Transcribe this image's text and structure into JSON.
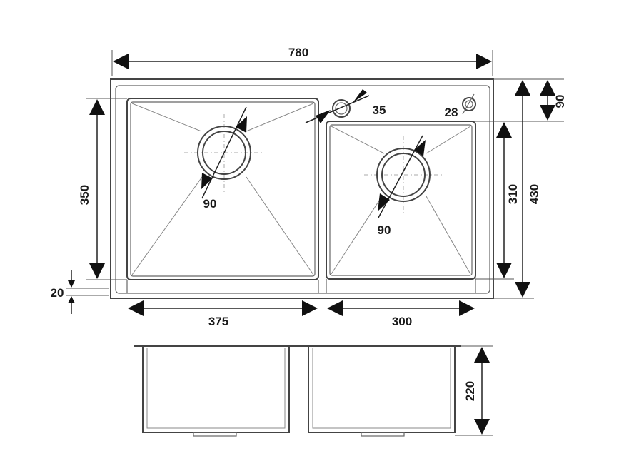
{
  "diagram": {
    "dimensions": {
      "total_width": "780",
      "total_depth": "430",
      "top_margin": "90",
      "small_bowl_depth": "310",
      "large_bowl_depth": "350",
      "front_margin": "20",
      "large_bowl_width": "375",
      "small_bowl_width": "300",
      "bowl_height": "220",
      "drain_large": "90",
      "drain_small": "90",
      "faucet_hole": "35",
      "accessory_hole": "28"
    },
    "colors": {
      "line": "#444444",
      "arrow": "#111111",
      "background": "#ffffff"
    }
  }
}
